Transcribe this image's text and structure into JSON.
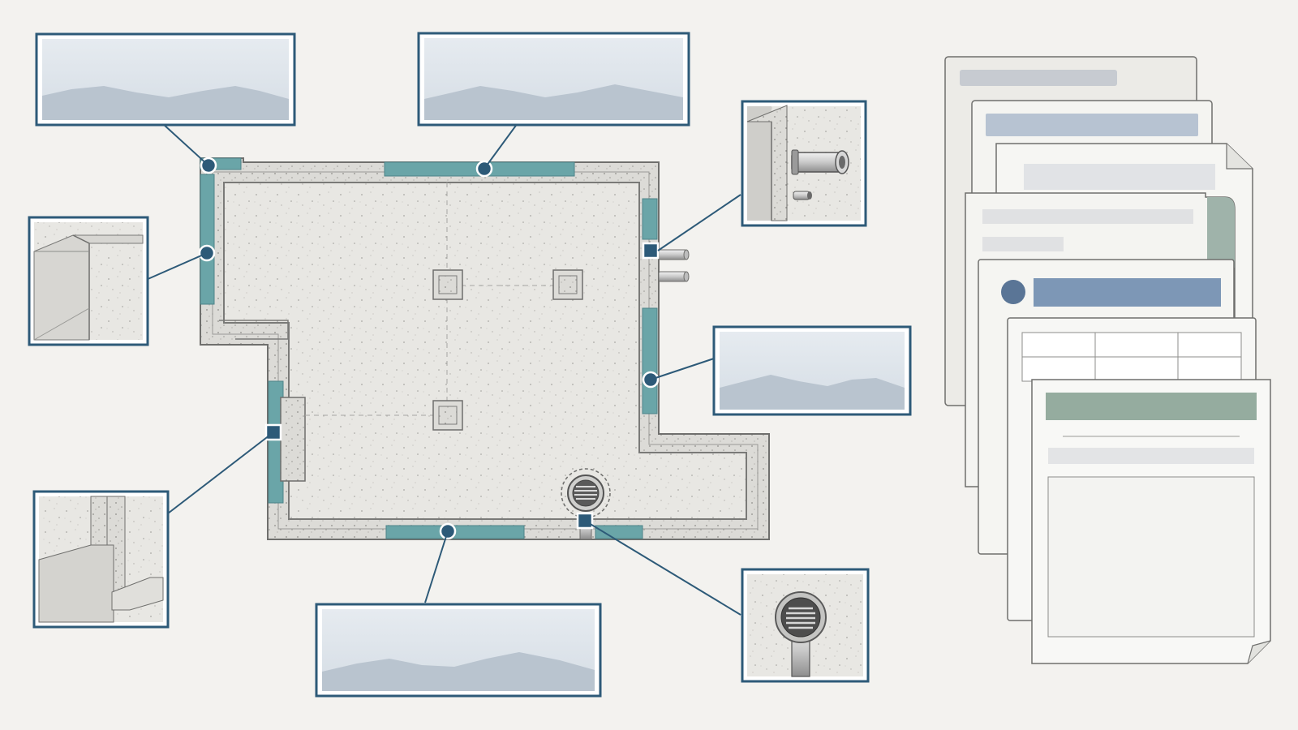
{
  "palette": {
    "background": "#f3f2ef",
    "concrete": "#e9e8e4",
    "concrete_edge": "#8d8d8b",
    "waterproofing_teal": "#5f9ea3",
    "waterproofing_light": "#8fbcbc",
    "callout_navy": "#2d5a78",
    "photo_sky": "#dde4ea",
    "photo_mountain": "#b8c3cf",
    "doc_paper": "#f8f8f6",
    "doc_bar_blue": "#7f98b5",
    "doc_bar_green": "#8fa89a",
    "doc_bar_gray": "#d9dbde"
  },
  "plan": {
    "type": "foundation-floor-plan",
    "columns": 3,
    "wall_segments_waterproofed": 6,
    "pipe_penetrations": 2,
    "floor_drain": 1
  },
  "callouts": [
    {
      "name": "callout-northwest-corner",
      "content": "landscape-placeholder"
    },
    {
      "name": "callout-north-wall",
      "content": "landscape-placeholder"
    },
    {
      "name": "callout-pipe-penetration",
      "content": "pipe-detail"
    },
    {
      "name": "callout-west-wall-corner",
      "content": "corner-detail"
    },
    {
      "name": "callout-east-wall",
      "content": "landscape-placeholder"
    },
    {
      "name": "callout-wall-step",
      "content": "step-detail"
    },
    {
      "name": "callout-south-wall",
      "content": "landscape-placeholder"
    },
    {
      "name": "callout-floor-drain",
      "content": "drain-detail"
    }
  ],
  "documents": {
    "count": 7,
    "icons": [
      "document-icon",
      "folder-icon",
      "profile-icon",
      "table-icon",
      "report-icon"
    ]
  }
}
